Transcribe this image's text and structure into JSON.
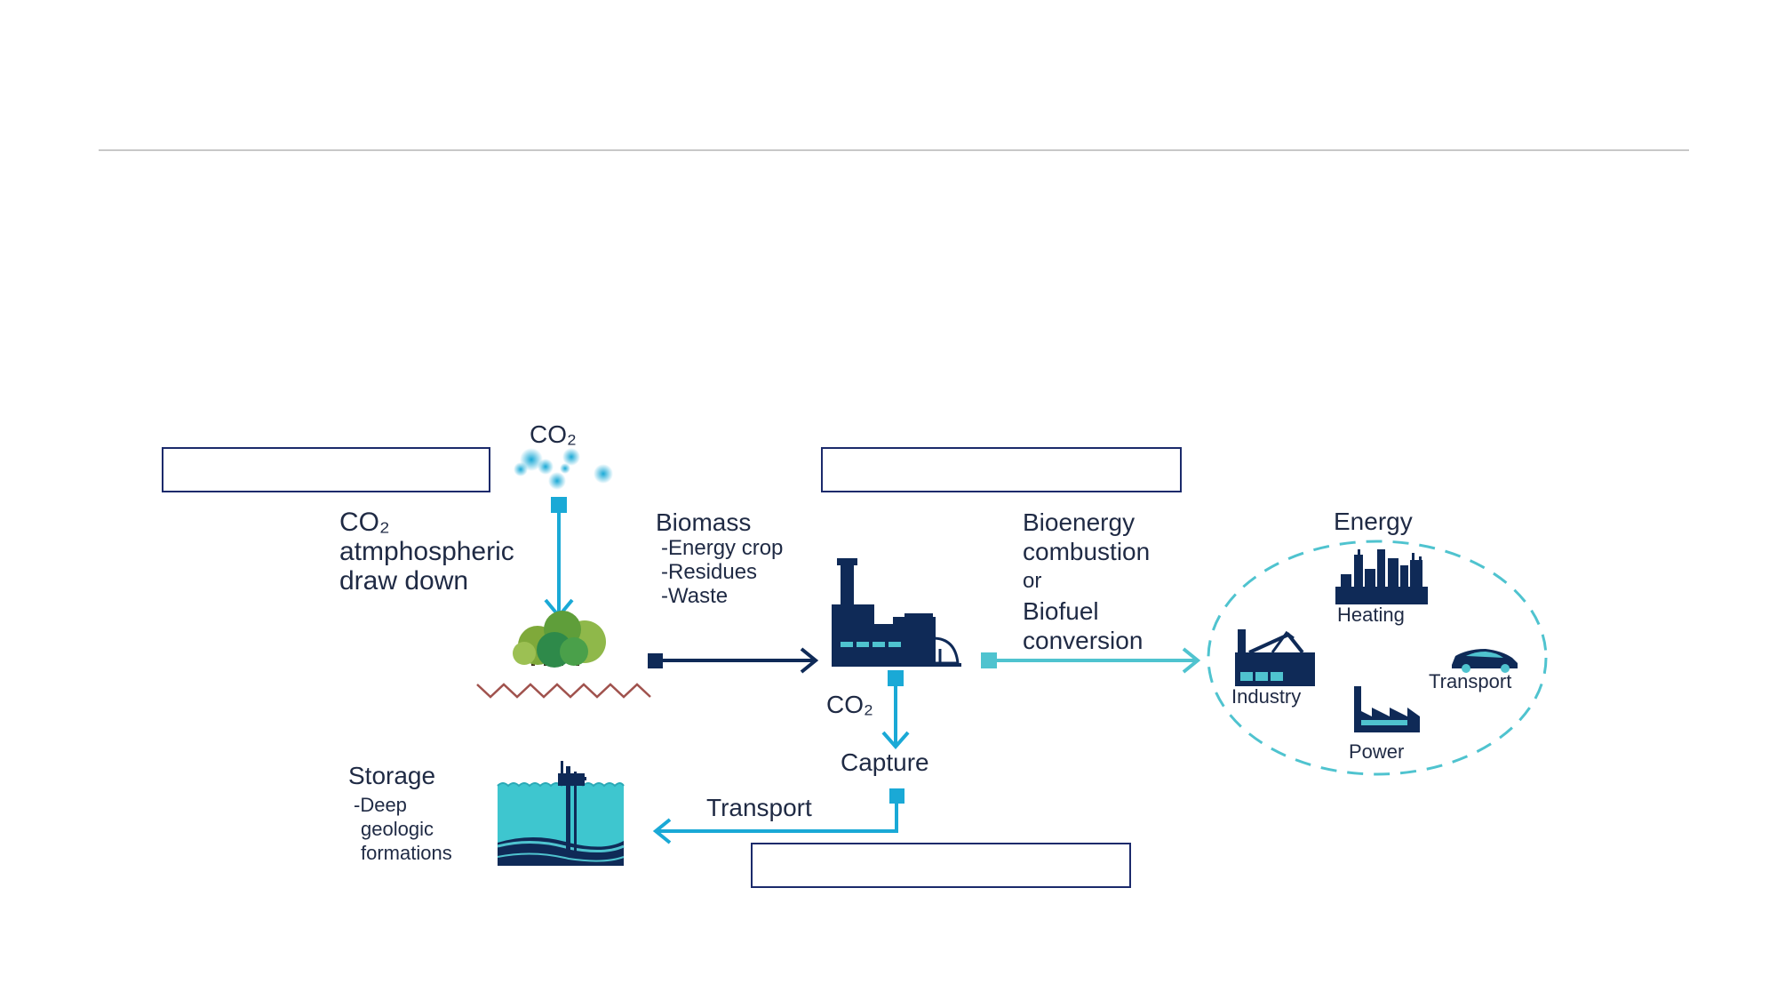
{
  "text": {
    "co2_top": "CO₂",
    "co2_drawdown": [
      "CO₂",
      "atmphospheric",
      "draw down"
    ],
    "biomass_title": "Biomass",
    "biomass_items": [
      "-Energy crop",
      "-Residues",
      "-Waste"
    ],
    "conversion": [
      "Bioenergy",
      "combustion",
      "or",
      "Biofuel",
      "conversion"
    ],
    "co2_capture": "CO₂",
    "capture": "Capture",
    "transport_arrow": "Transport",
    "storage_title": "Storage",
    "storage_items": [
      "-Deep",
      "geologic",
      "formations"
    ],
    "energy": "Energy",
    "heating": "Heating",
    "industry": "Industry",
    "transport_use": "Transport",
    "power": "Power"
  },
  "colors": {
    "navy": "#0f2a57",
    "cyan": "#1aa9d6",
    "teal": "#4fc3cf",
    "water": "#3ec6cf",
    "ground": "#a0524d",
    "box_border": "#1b2a6b",
    "divider": "#c8c8c8"
  },
  "icons": [
    "co2-cloud-icon",
    "trees-icon",
    "factory-icon",
    "skyline-icon",
    "industry-icon",
    "car-icon",
    "power-plant-icon",
    "storage-well-icon"
  ]
}
